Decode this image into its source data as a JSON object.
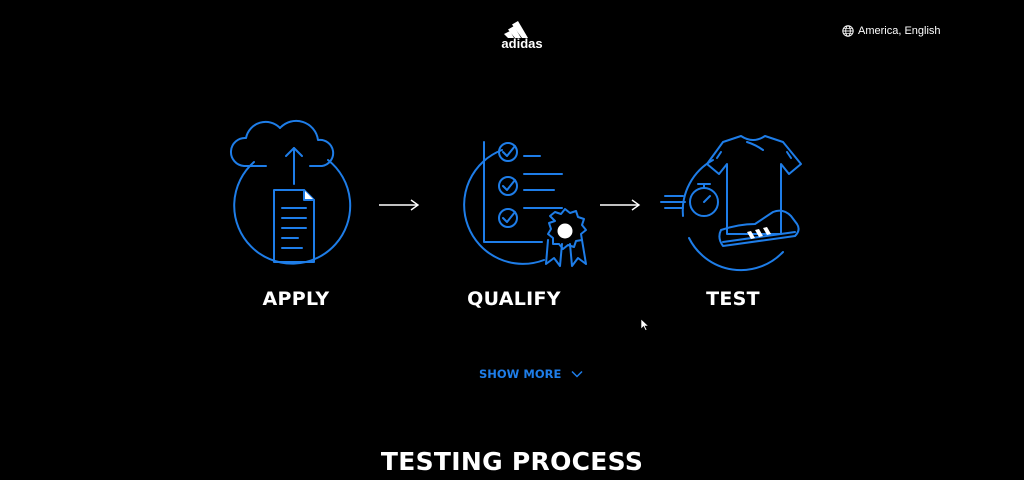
{
  "header": {
    "logo_text": "adidas",
    "locale_label": "America, English"
  },
  "steps": [
    {
      "label": "APPLY",
      "icon": "cloud-upload-document-icon"
    },
    {
      "label": "QUALIFY",
      "icon": "checklist-award-icon"
    },
    {
      "label": "TEST",
      "icon": "shirt-shoe-stopwatch-icon"
    }
  ],
  "show_more": {
    "label": "SHOW MORE"
  },
  "section": {
    "title": "TESTING PROCESS"
  },
  "colors": {
    "background": "#000000",
    "accent": "#1e7de8",
    "text": "#ffffff"
  }
}
